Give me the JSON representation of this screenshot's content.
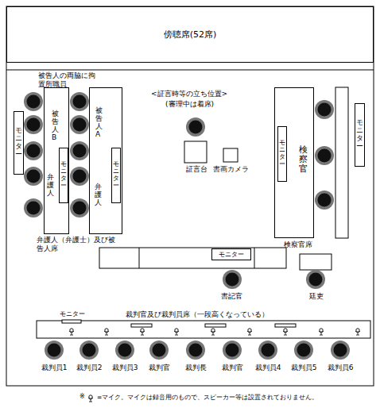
{
  "diagram": {
    "nodes": [
      {
        "text": [
          "傍聴席(52席)"
        ]
      },
      {
        "text": [
          "モニター"
        ]
      },
      {
        "text": [
          "被告人B",
          "弁護人"
        ]
      },
      {
        "text": [
          "モニター"
        ],
        "in": 2
      },
      {
        "text": [
          "被告人A",
          "弁護人"
        ]
      },
      {
        "text": [
          "モニター"
        ],
        "in": 4
      },
      {
        "text": [
          "検察官"
        ]
      },
      {
        "text": [
          "モニター"
        ],
        "in": 6
      },
      {
        "text": [
          "モニター"
        ]
      },
      {
        "text": [
          "モニター"
        ]
      }
    ],
    "edges": [],
    "labels": [
      "被告人の両脇に拘置所職員",
      "<証言時等の立ち位置>",
      "(審理中は着席)",
      "証言台",
      "書画カメラ",
      "弁護人（弁護士）及び被告人席",
      "検察官席",
      "書記官",
      "廷吏",
      "モニター",
      "裁判官及び裁判員席（一段高くなっている）",
      "裁判員1",
      "裁判員2",
      "裁判員3",
      "裁判官",
      "裁判長",
      "裁判官",
      "裁判員4",
      "裁判員5",
      "裁判員6",
      "※",
      "=マイク。マイクは録音用のもので、スピーカー等は設置されておりません。"
    ]
  }
}
